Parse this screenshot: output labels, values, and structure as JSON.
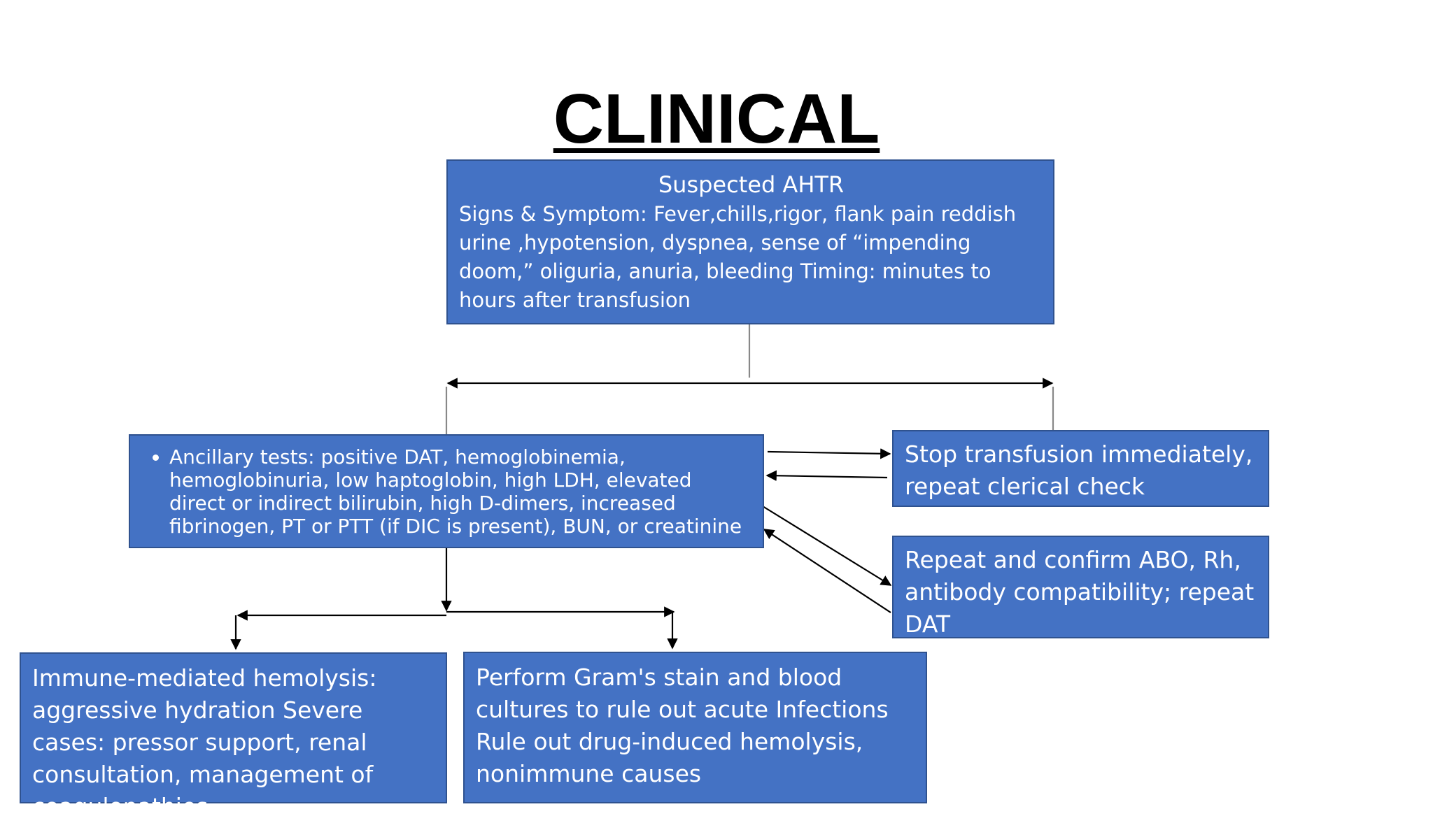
{
  "title": "CLINICAL",
  "boxes": {
    "suspected": {
      "heading": "Suspected AHTR",
      "body": "Signs & Symptom: Fever,chills,rigor, flank pain reddish urine ,hypotension, dyspnea, sense of “impending doom,” oliguria, anuria, bleeding Timing: minutes to hours after transfusion"
    },
    "ancillary": {
      "bullet": "Ancillary tests: positive DAT, hemoglobinemia, hemoglobinuria, low haptoglobin, high LDH, elevated direct or indirect bilirubin, high D-dimers, increased fibrinogen, PT or PTT (if DIC is present), BUN, or creatinine"
    },
    "stop": {
      "text": "Stop transfusion immediately, repeat clerical check"
    },
    "abo": {
      "text": "Repeat and confirm ABO, Rh, antibody compatibility; repeat DAT"
    },
    "immune": {
      "text": "Immune-mediated hemolysis: aggressive hydration Severe cases: pressor support, renal consultation, management of coagulopathies"
    },
    "gram": {
      "text": "Perform Gram's stain and blood cultures to rule out acute Infections Rule out drug-induced hemolysis, nonimmune causes"
    }
  },
  "colors": {
    "box_fill": "#4472c4",
    "box_border": "#2f528f",
    "box_text": "#ffffff",
    "connector": "#000000"
  }
}
